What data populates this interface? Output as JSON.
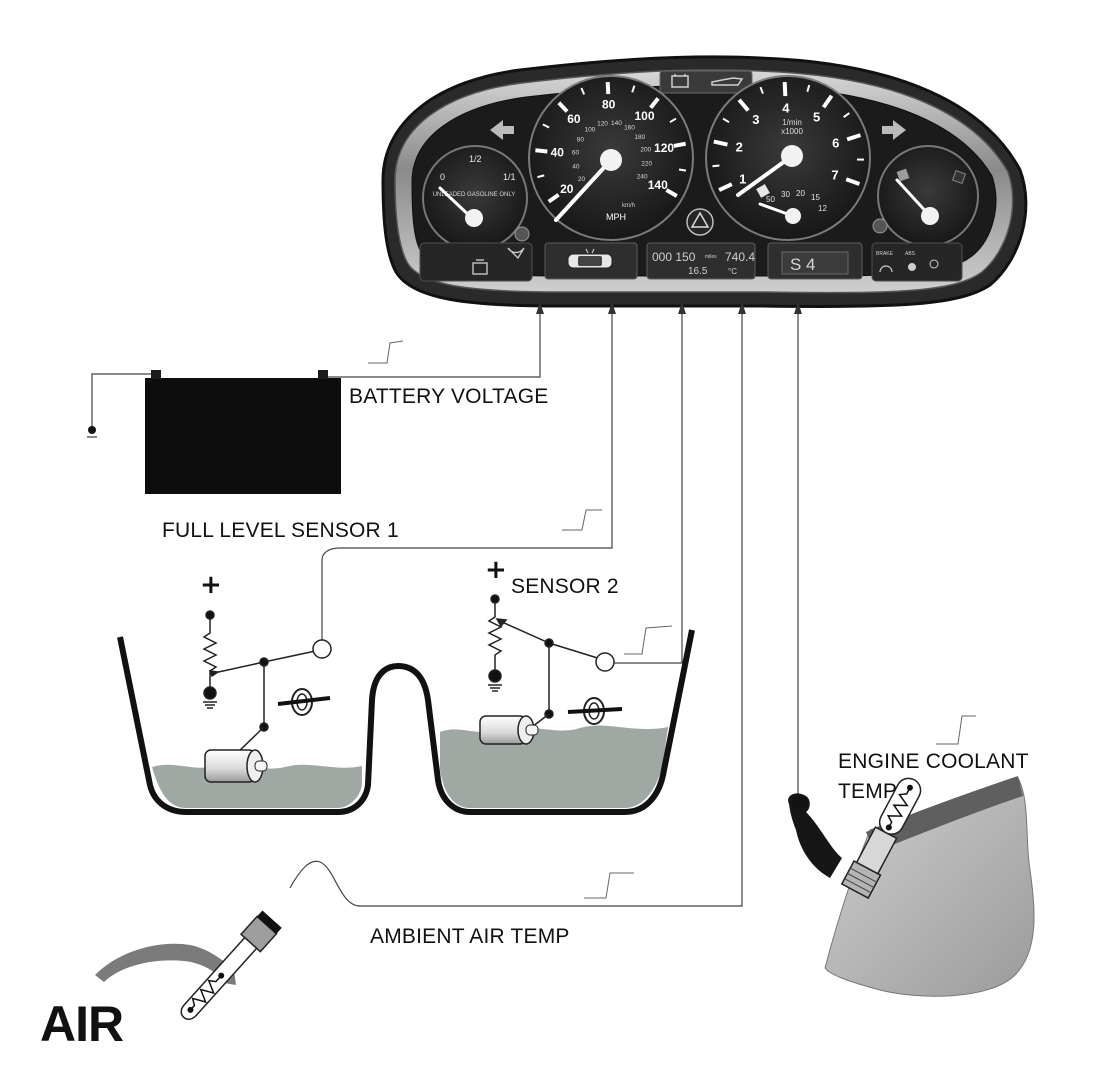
{
  "labels": {
    "battery_voltage": "BATTERY VOLTAGE",
    "fuel_level_sensor_1": "FULL LEVEL SENSOR 1",
    "sensor_2": "SENSOR 2",
    "engine_coolant_temp_line1": "ENGINE COOLANT",
    "engine_coolant_temp_line2": "TEMP",
    "ambient_air_temp": "AMBIENT AIR TEMP",
    "air": "AIR",
    "plus_sign": "+"
  },
  "cluster": {
    "speedo_marks": [
      "20",
      "40",
      "60",
      "80",
      "100",
      "120",
      "140"
    ],
    "speedo_kmh_marks": [
      "20",
      "40",
      "60",
      "80",
      "100",
      "120",
      "140",
      "160",
      "180",
      "200",
      "220",
      "240"
    ],
    "speedo_unit": "MPH",
    "speedo_kmh_unit": "km/h",
    "tacho_marks": [
      "1",
      "2",
      "3",
      "4",
      "5",
      "6",
      "7"
    ],
    "tacho_unit_line1": "1/min",
    "tacho_unit_line2": "x1000",
    "economy_marks": [
      "30",
      "20",
      "15",
      "12"
    ],
    "economy_start": "50",
    "fuel_marks": [
      "0",
      "1/2",
      "1/1"
    ],
    "fuel_caption": "UNLEADED GASOLINE ONLY",
    "odometer": "000 150",
    "odometer_unit": "miles",
    "trip": "740.4",
    "outside_temp": "16.5",
    "temp_unit": "°C",
    "gear_display": "S 4",
    "warning_labels": [
      "BRAKE",
      "ABS"
    ]
  }
}
